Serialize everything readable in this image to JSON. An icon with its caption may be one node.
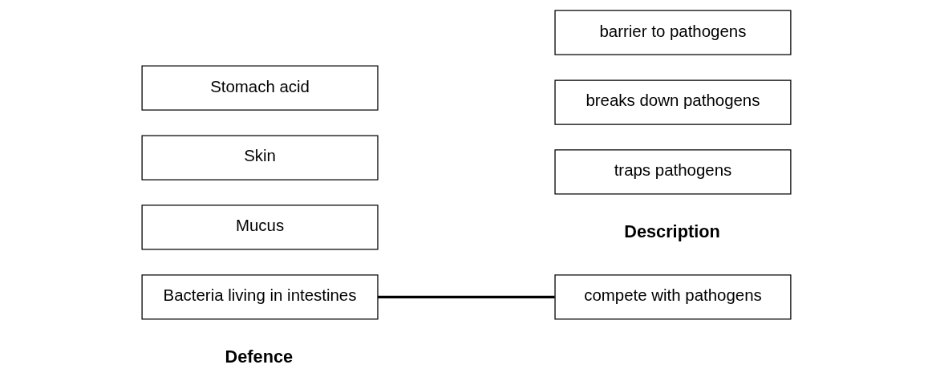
{
  "diagram": {
    "nodes": [
      {
        "text": [
          "Bacteria living in intestines"
        ]
      },
      {
        "text": [
          "Mucus"
        ]
      },
      {
        "text": [
          "Skin"
        ]
      },
      {
        "text": [
          "Stomach acid"
        ]
      },
      {
        "text": [
          "traps pathogens"
        ]
      },
      {
        "text": [
          "compete with pathogens"
        ]
      },
      {
        "text": [
          "breaks down pathogens"
        ]
      },
      {
        "text": [
          "barrier to pathogens"
        ]
      }
    ],
    "edges": [
      {
        "from": 0,
        "to": 5,
        "arrow": "none"
      }
    ],
    "labels": [
      "Defence",
      "Description"
    ]
  }
}
